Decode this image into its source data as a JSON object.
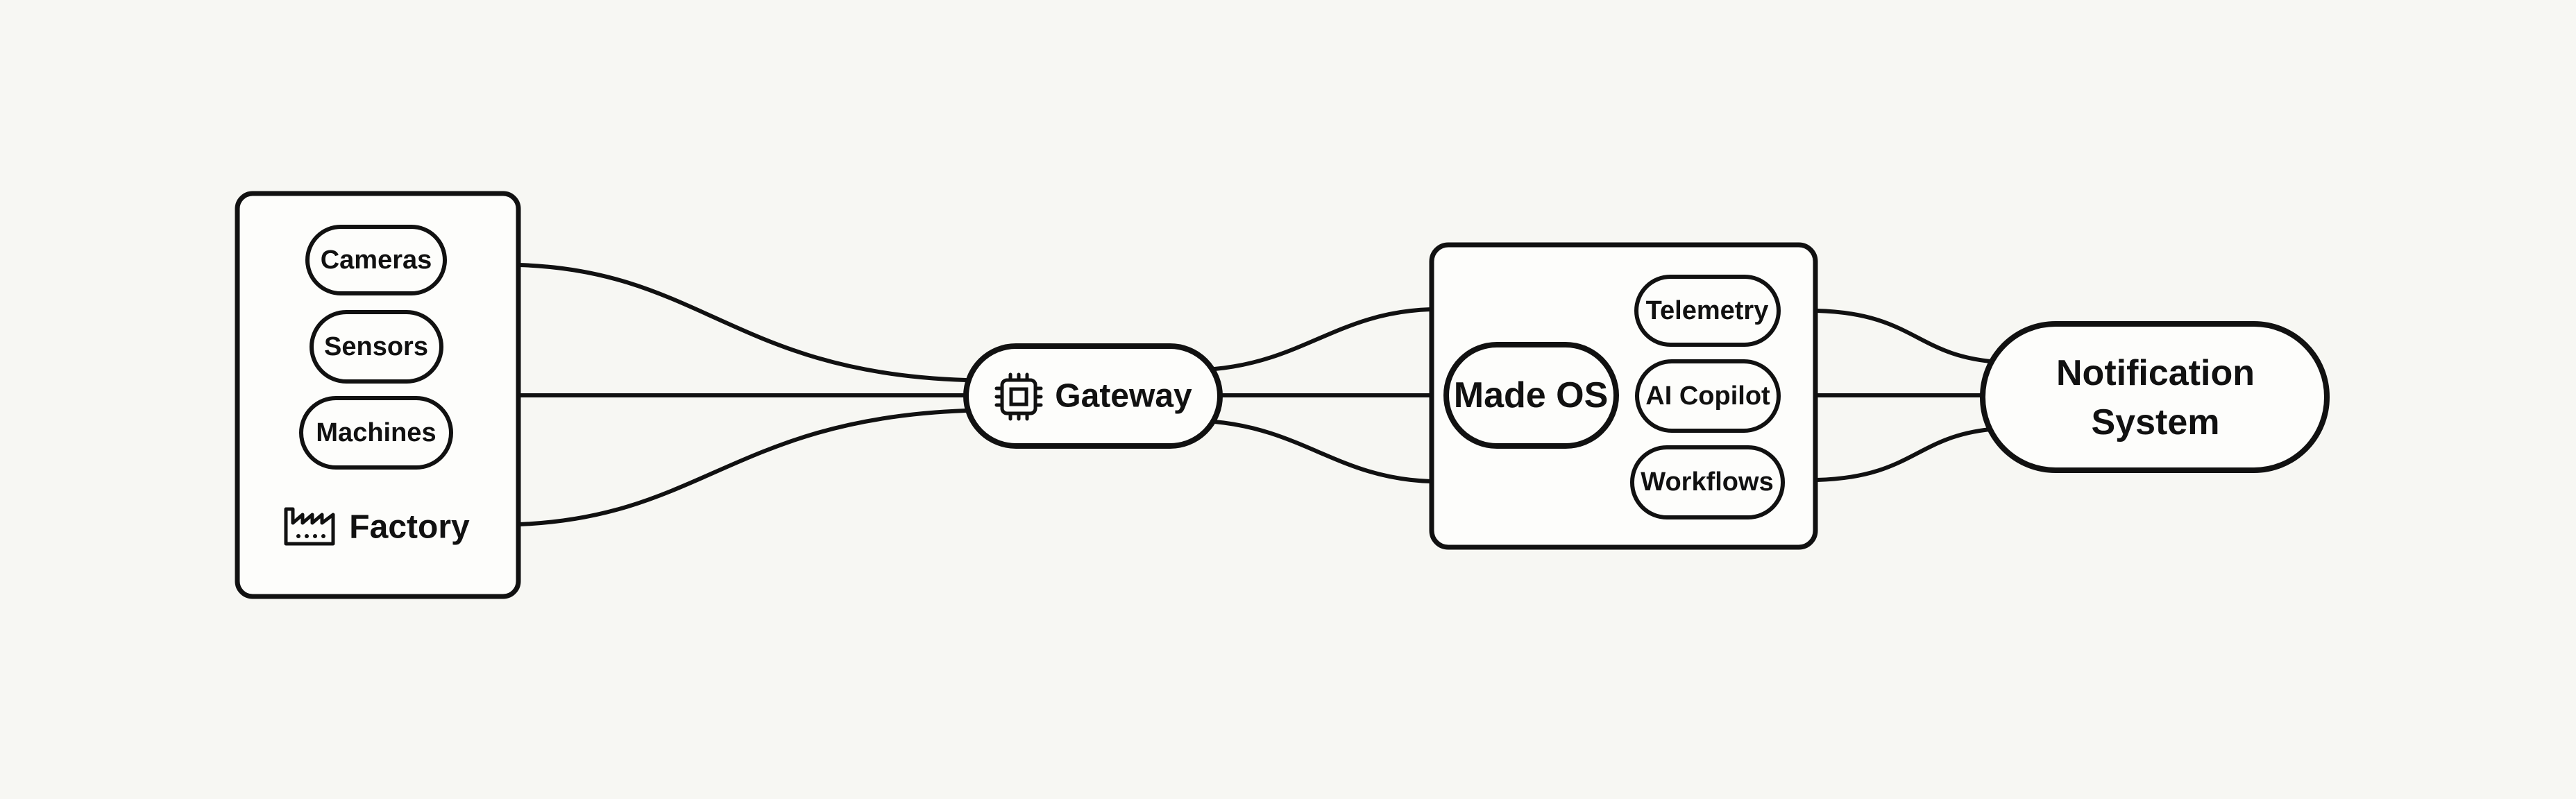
{
  "factory": {
    "title": "Factory",
    "icon": "factory-icon",
    "sources": [
      "Cameras",
      "Sensors",
      "Machines"
    ]
  },
  "gateway": {
    "label": "Gateway",
    "icon": "chip-icon"
  },
  "made_os": {
    "label": "Made OS",
    "modules": [
      "Telemetry",
      "AI Copilot",
      "Workflows"
    ]
  },
  "notification": {
    "line1": "Notification",
    "line2": "System"
  },
  "colors": {
    "background": "#f7f7f3",
    "stroke": "#111111",
    "fill": "#fdfdfb"
  }
}
